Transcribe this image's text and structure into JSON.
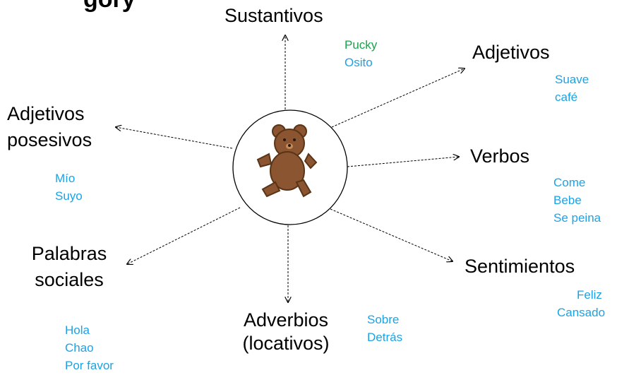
{
  "colors": {
    "word_blue": "#1aa3e6",
    "word_green": "#1aa34a",
    "bear_brown": "#8a5530",
    "bear_dark": "#5a3416"
  },
  "center_icon": "teddy-bear-icon",
  "title_fragment": "gory",
  "categories": {
    "sustantivos": {
      "label": "Sustantivos",
      "words": [
        {
          "text": "Pucky",
          "color": "#1aa34a"
        },
        {
          "text": "Osito",
          "color": "#1aa3e6"
        }
      ]
    },
    "adjetivos": {
      "label": "Adjetivos",
      "words": [
        {
          "text": "Suave"
        },
        {
          "text": "café"
        }
      ]
    },
    "verbos": {
      "label": "Verbos",
      "words": [
        {
          "text": "Come"
        },
        {
          "text": "Bebe"
        },
        {
          "text": "Se peina"
        }
      ]
    },
    "sentimientos": {
      "label": "Sentimientos",
      "words": [
        {
          "text": "Feliz"
        },
        {
          "text": "Cansado"
        }
      ]
    },
    "adverbios": {
      "label_line1": "Adverbios",
      "label_line2": "(locativos)",
      "words": [
        {
          "text": "Sobre"
        },
        {
          "text": "Detrás"
        }
      ]
    },
    "palabras_sociales": {
      "label_line1": "Palabras",
      "label_line2": "sociales",
      "words": [
        {
          "text": "Hola"
        },
        {
          "text": "Chao"
        },
        {
          "text": "Por favor"
        }
      ]
    },
    "adjetivos_posesivos": {
      "label_line1": "Adjetivos",
      "label_line2": "posesivos",
      "words": [
        {
          "text": "Mío"
        },
        {
          "text": "Suyo"
        }
      ]
    }
  }
}
